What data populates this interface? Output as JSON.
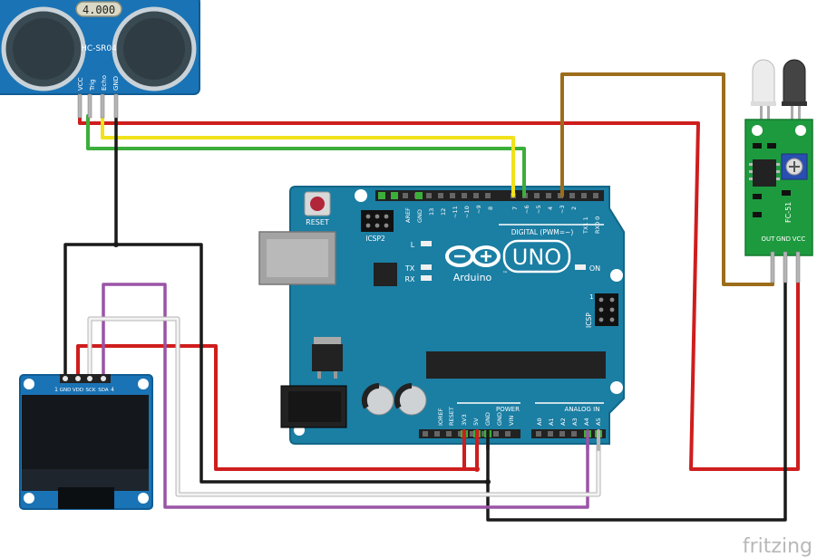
{
  "sensor_ultrasonic": {
    "display": "4.000",
    "model": "HC-SR04",
    "pins": [
      "VCC",
      "Trig",
      "Echo",
      "GND"
    ]
  },
  "sensor_ir": {
    "model": "FC-51",
    "pins": [
      "OUT",
      "GND",
      "VCC"
    ]
  },
  "oled": {
    "pins": [
      "GND",
      "VDD",
      "SCK",
      "SDA"
    ],
    "pin1_mark": "1",
    "pin4_mark": "4"
  },
  "arduino": {
    "brand": "Arduino",
    "model": "UNO",
    "tm": "™",
    "reset_label": "RESET",
    "icsp2_label": "ICSP2",
    "icsp_label": "ICSP",
    "icsp_num": "1",
    "led_l": "L",
    "led_tx": "TX",
    "led_rx": "RX",
    "led_on": "ON",
    "digital_label": "DIGITAL (PWM=~)",
    "power_label": "POWER",
    "analog_label": "ANALOG IN",
    "top_headers": [
      "AREF",
      "GND",
      "13",
      "12",
      "~11",
      "~10",
      "~9",
      "8",
      "7",
      "~6",
      "~5",
      "4",
      "~3",
      "2",
      "TX1 1",
      "RX0 0"
    ],
    "power_headers": [
      "IOREF",
      "RESET",
      "3V3",
      "5V",
      "GND",
      "GND",
      "VIN"
    ],
    "analog_headers": [
      "A0",
      "A1",
      "A2",
      "A3",
      "A4",
      "A5"
    ]
  },
  "watermark": "fritzing",
  "colors": {
    "board": "#1b7ea3",
    "board_dark": "#16698a",
    "sensor_blue": "#1a73b5",
    "ir_green": "#1e9a3e",
    "wire_red": "#cf1d1d",
    "wire_black": "#1a1a1a",
    "wire_yellow": "#f0e21b",
    "wire_green": "#3cae3a",
    "wire_brown": "#9c6d1b",
    "wire_purple": "#9a54a6",
    "wire_white": "#e4e4e4"
  }
}
